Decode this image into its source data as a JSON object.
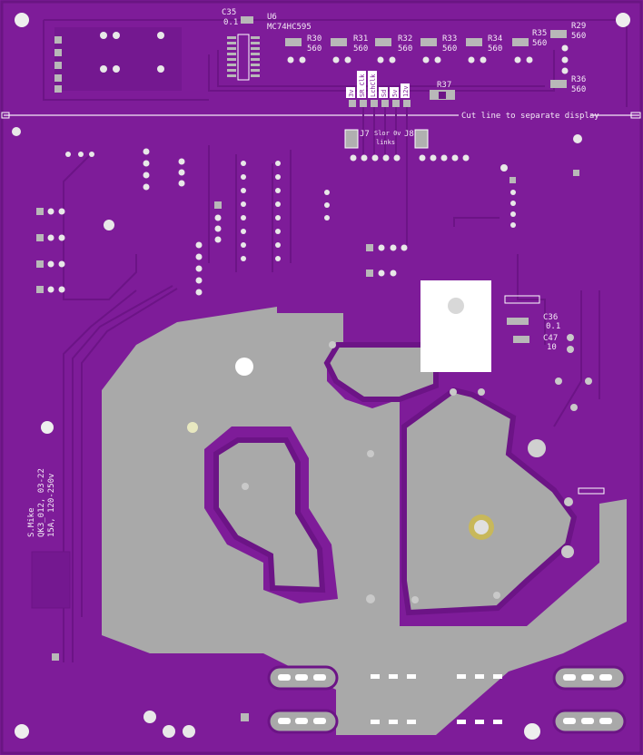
{
  "board": {
    "colors": {
      "soldermask": "#7e1c99",
      "trace": "#6c1486",
      "copper_pour": "#a9a9a9",
      "silkscreen": "#f4eaf6",
      "heatsink": "#ffffff"
    },
    "cut_line_label": "Cut line to separate display",
    "credit_lines": [
      "S.Mike",
      "QK3_012, 03-22",
      "15A, 120-250v"
    ],
    "components": {
      "c35": {
        "ref": "C35",
        "value": "0.1"
      },
      "u6": {
        "ref": "U6",
        "value": "MC74HC595"
      },
      "r30": {
        "ref": "R30",
        "value": "560"
      },
      "r31": {
        "ref": "R31",
        "value": "560"
      },
      "r32": {
        "ref": "R32",
        "value": "560"
      },
      "r33": {
        "ref": "R33",
        "value": "560"
      },
      "r34": {
        "ref": "R34",
        "value": "560"
      },
      "r35": {
        "ref": "R35",
        "value": "560"
      },
      "r29": {
        "ref": "R29",
        "value": "560"
      },
      "r36": {
        "ref": "R36",
        "value": "560"
      },
      "r37": {
        "ref": "R37"
      },
      "j7": {
        "ref": "J7",
        "note_line1": "Slor 0v",
        "note_line2": "links"
      },
      "j8": {
        "ref": "J8"
      },
      "c36": {
        "ref": "C36",
        "value": "0.1"
      },
      "c47": {
        "ref": "C47",
        "value": "10"
      }
    },
    "header_pins": [
      "3v",
      "SR Clk",
      "LchClk",
      "Sd",
      "5v",
      "12v"
    ]
  }
}
